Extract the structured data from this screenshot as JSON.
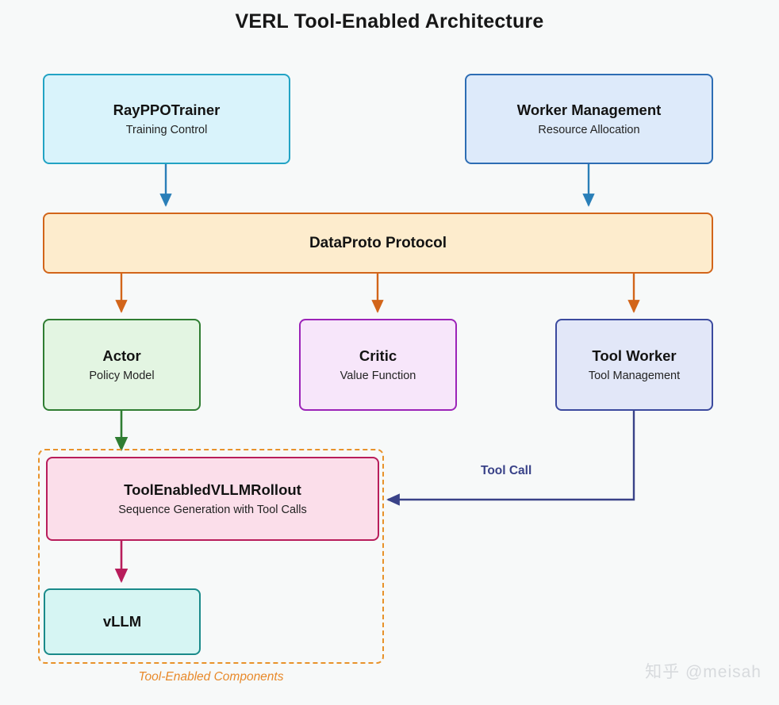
{
  "diagram": {
    "title": "VERL Tool-Enabled Architecture",
    "background_color": "#f7f9f9",
    "watermark": "知乎 @meisah",
    "nodes": [
      {
        "id": "trainer",
        "title": "RayPPOTrainer",
        "subtitle": "Training Control",
        "fill": "#d9f3fb",
        "stroke": "#22a3c4"
      },
      {
        "id": "worker-mgmt",
        "title": "Worker Management",
        "subtitle": "Resource Allocation",
        "fill": "#ddeafa",
        "stroke": "#2d6db4"
      },
      {
        "id": "dataproto",
        "title": "DataProto Protocol",
        "subtitle": "",
        "fill": "#fdeccd",
        "stroke": "#d2651a"
      },
      {
        "id": "actor",
        "title": "Actor",
        "subtitle": "Policy Model",
        "fill": "#e3f5e2",
        "stroke": "#2f7d32"
      },
      {
        "id": "critic",
        "title": "Critic",
        "subtitle": "Value Function",
        "fill": "#f7e6fa",
        "stroke": "#9c23b8"
      },
      {
        "id": "tool-worker",
        "title": "Tool Worker",
        "subtitle": "Tool Management",
        "fill": "#e2e7f8",
        "stroke": "#3b4a9e"
      },
      {
        "id": "rollout",
        "title": "ToolEnabledVLLMRollout",
        "subtitle": "Sequence Generation with Tool Calls",
        "fill": "#fbdeea",
        "stroke": "#b81d5b"
      },
      {
        "id": "vllm",
        "title": "vLLM",
        "subtitle": "",
        "fill": "#d6f5f3",
        "stroke": "#1a8a8a"
      }
    ],
    "subgraph": {
      "label": "Tool-Enabled Components",
      "stroke": "#e8922a",
      "style": "dashed"
    },
    "edges": [
      {
        "from": "trainer",
        "to": "dataproto",
        "label": "",
        "color": "#2a7fb8"
      },
      {
        "from": "worker-mgmt",
        "to": "dataproto",
        "label": "",
        "color": "#2a7fb8"
      },
      {
        "from": "dataproto",
        "to": "actor",
        "label": "",
        "color": "#d2651a"
      },
      {
        "from": "dataproto",
        "to": "critic",
        "label": "",
        "color": "#d2651a"
      },
      {
        "from": "dataproto",
        "to": "tool-worker",
        "label": "",
        "color": "#d2651a"
      },
      {
        "from": "actor",
        "to": "rollout",
        "label": "",
        "color": "#2f7d32"
      },
      {
        "from": "rollout",
        "to": "vllm",
        "label": "",
        "color": "#b81d5b"
      },
      {
        "from": "tool-worker",
        "to": "rollout",
        "label": "Tool Call",
        "color": "#394288"
      }
    ]
  }
}
